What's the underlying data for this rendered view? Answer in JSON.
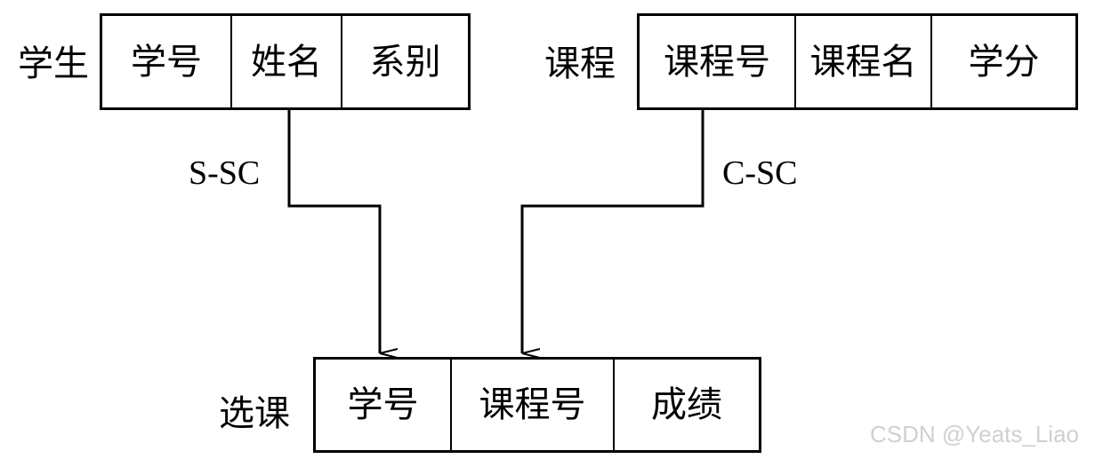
{
  "colors": {
    "line": "#000000",
    "background": "#ffffff",
    "watermark": "#aaaaaa"
  },
  "student": {
    "name": "学生",
    "fields": [
      "学号",
      "姓名",
      "系别"
    ]
  },
  "course": {
    "name": "课程",
    "fields": [
      "课程号",
      "课程名",
      "学分"
    ]
  },
  "enrollment": {
    "name": "选课",
    "fields": [
      "学号",
      "课程号",
      "成绩"
    ]
  },
  "relations": {
    "s_sc": "S-SC",
    "c_sc": "C-SC"
  },
  "watermark": "CSDN @Yeats_Liao"
}
